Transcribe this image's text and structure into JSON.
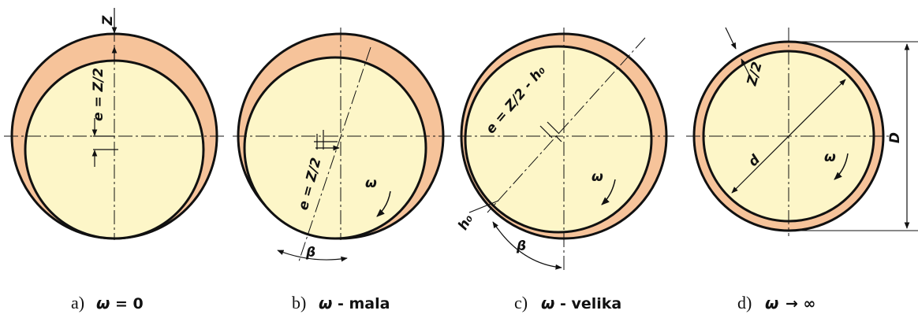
{
  "colors": {
    "bearing": "#f6c39a",
    "journal": "#fdf6c8",
    "stroke": "#111111"
  },
  "panels": [
    {
      "id": "a",
      "letter": "a)",
      "omega": "ω",
      "condition": "= 0",
      "labels": {
        "z": "Z",
        "ecc": "e = Z/2"
      }
    },
    {
      "id": "b",
      "letter": "b)",
      "omega": "ω",
      "condition": "- mala",
      "labels": {
        "ecc": "e = Z/2",
        "omega": "ω",
        "beta": "β"
      }
    },
    {
      "id": "c",
      "letter": "c)",
      "omega": "ω",
      "condition": "- velika",
      "labels": {
        "ecc": "e = Z/2 - h₀",
        "omega": "ω",
        "beta": "β",
        "h0": "h₀"
      }
    },
    {
      "id": "d",
      "letter": "d)",
      "omega": "ω",
      "condition": "→ ∞",
      "labels": {
        "z": "Z/2",
        "d": "d",
        "omega": "ω",
        "D": "D"
      }
    }
  ]
}
